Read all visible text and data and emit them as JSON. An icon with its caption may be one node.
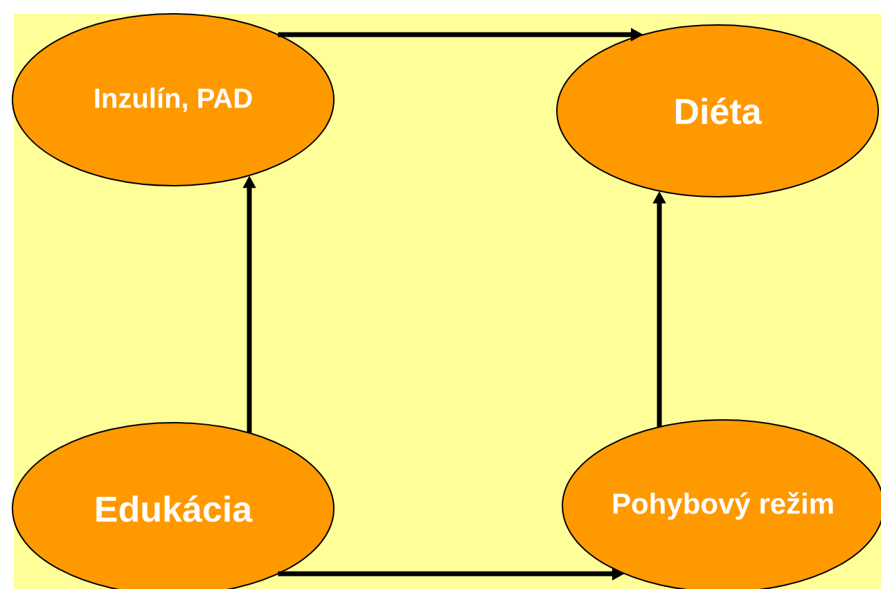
{
  "diagram": {
    "nodes": [
      {
        "text": [
          "Inzulín, PAD"
        ]
      },
      {
        "text": [
          "Diéta"
        ]
      },
      {
        "text": [
          "Edukácia"
        ]
      },
      {
        "text": [
          "Pohybový režim"
        ]
      }
    ],
    "edges": [
      {
        "from": 0,
        "to": 1,
        "arrow": "to"
      },
      {
        "from": 2,
        "to": 0,
        "arrow": "to"
      },
      {
        "from": 3,
        "to": 1,
        "arrow": "to"
      },
      {
        "from": 2,
        "to": 3,
        "arrow": "to"
      }
    ]
  }
}
